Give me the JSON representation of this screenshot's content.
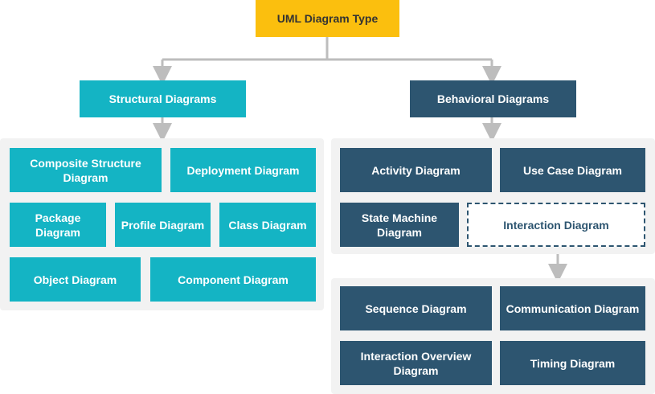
{
  "root": {
    "label": "UML Diagram Type"
  },
  "structural": {
    "label": "Structural Diagrams",
    "items": {
      "composite_structure": "Composite Structure Diagram",
      "deployment": "Deployment Diagram",
      "package": "Package Diagram",
      "profile": "Profile Diagram",
      "class": "Class Diagram",
      "object": "Object Diagram",
      "component": "Component Diagram"
    }
  },
  "behavioral": {
    "label": "Behavioral Diagrams",
    "items": {
      "activity": "Activity Diagram",
      "use_case": "Use Case Diagram",
      "state_machine": "State Machine Diagram",
      "interaction": "Interaction Diagram"
    }
  },
  "interaction": {
    "items": {
      "sequence": "Sequence Diagram",
      "communication": "Communication Diagram",
      "interaction_overview": "Interaction Overview Diagram",
      "timing": "Timing Diagram"
    }
  },
  "colors": {
    "root": "#fbbf0e",
    "structural": "#14b4c4",
    "behavioral": "#2d5570",
    "panel": "#f2f2f2",
    "connector": "#bdbdbd"
  }
}
